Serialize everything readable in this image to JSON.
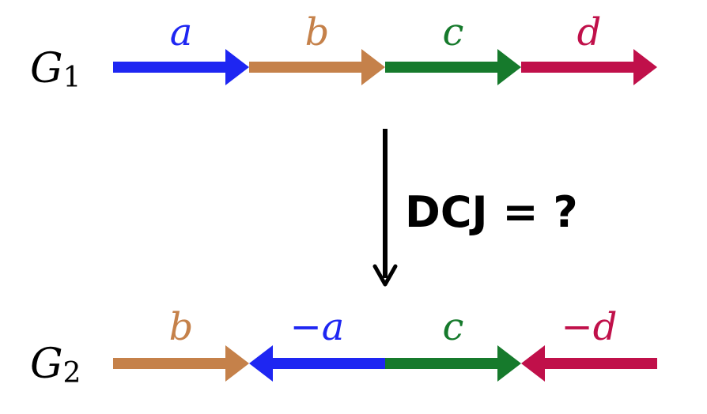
{
  "genomes": [
    {
      "label_main": "G",
      "label_sub": "1",
      "genes": [
        {
          "label": "a",
          "color": "#1e26f2",
          "direction": "right"
        },
        {
          "label": "b",
          "color": "#c5814a",
          "direction": "right"
        },
        {
          "label": "c",
          "color": "#167a2c",
          "direction": "right"
        },
        {
          "label": "d",
          "color": "#c0104a",
          "direction": "right"
        }
      ]
    },
    {
      "label_main": "G",
      "label_sub": "2",
      "genes": [
        {
          "label": "b",
          "color": "#c5814a",
          "direction": "right"
        },
        {
          "label": "−a",
          "color": "#1e26f2",
          "direction": "left"
        },
        {
          "label": "c",
          "color": "#167a2c",
          "direction": "right"
        },
        {
          "label": "−d",
          "color": "#c0104a",
          "direction": "left"
        }
      ]
    }
  ],
  "transform_label": "DCJ = ?"
}
